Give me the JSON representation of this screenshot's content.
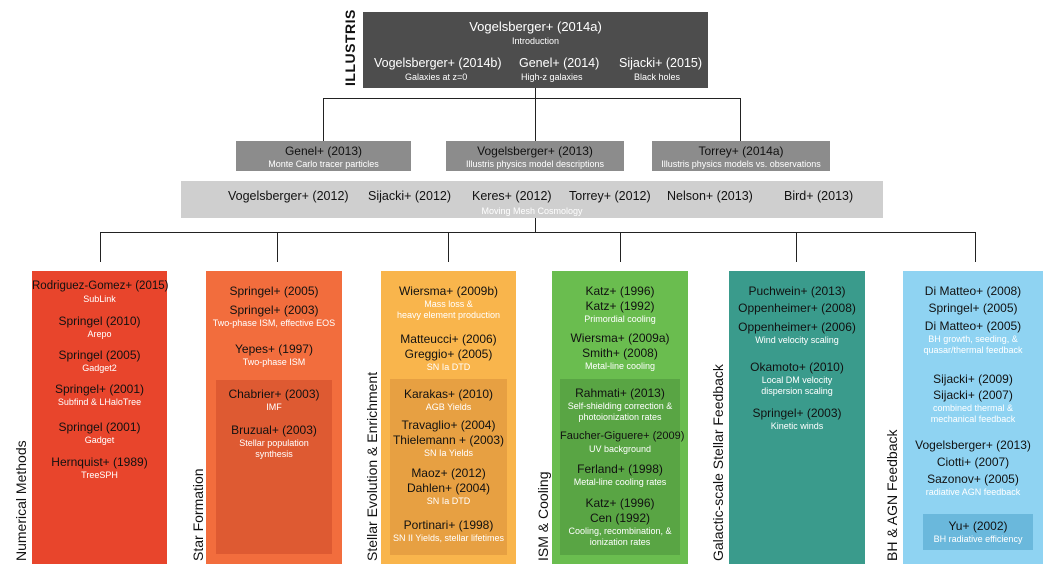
{
  "top": {
    "label": "ILLUSTRIS",
    "main_ref": "Vogelsberger+ (2014a)",
    "main_note": "Introduction",
    "subs": [
      {
        "ref": "Vogelsberger+ (2014b)",
        "note": "Galaxies at z=0"
      },
      {
        "ref": "Genel+ (2014)",
        "note": "High-z galaxies"
      },
      {
        "ref": "Sijacki+ (2015)",
        "note": "Black holes"
      }
    ]
  },
  "mid": [
    {
      "ref": "Genel+ (2013)",
      "note": "Monte Carlo tracer particles"
    },
    {
      "ref": "Vogelsberger+ (2013)",
      "note": "Illustris physics model descriptions"
    },
    {
      "ref": "Torrey+ (2014a)",
      "note": "Illustris physics models vs. observations"
    }
  ],
  "cosmo": {
    "refs": [
      "Vogelsberger+ (2012)",
      "Sijacki+ (2012)",
      "Keres+ (2012)",
      "Torrey+ (2012)",
      "Nelson+ (2013)",
      "Bird+ (2013)"
    ],
    "note": "Moving Mesh Cosmology"
  },
  "columns": [
    {
      "label": "Numerical Methods",
      "color": "#e8452c",
      "items": [
        {
          "ref": "Rodriguez-Gomez+ (2015)",
          "note": "SubLink"
        },
        {
          "ref": "Springel (2010)",
          "note": "Arepo"
        },
        {
          "ref": "Springel (2005)",
          "note": "Gadget2"
        },
        {
          "ref": "Springel+ (2001)",
          "note": "Subfind & LHaloTree"
        },
        {
          "ref": "Springel (2001)",
          "note": "Gadget"
        },
        {
          "ref": "Hernquist+ (1989)",
          "note": "TreeSPH"
        }
      ]
    },
    {
      "label": "Star Formation",
      "color": "#f26d3d",
      "inner": "#de5a32",
      "items": [
        {
          "ref": "Springel+ (2005)",
          "note": ""
        },
        {
          "ref": "Springel+ (2003)",
          "note": "Two-phase ISM, effective EOS"
        },
        {
          "ref": "Yepes+ (1997)",
          "note": "Two-phase ISM"
        }
      ],
      "inner_items": [
        {
          "ref": "Chabrier+ (2003)",
          "note": "IMF"
        },
        {
          "ref": "Bruzual+ (2003)",
          "note": "Stellar population\nsynthesis"
        }
      ]
    },
    {
      "label": "Stellar Evolution & Enrichment",
      "color": "#f9b54c",
      "inner": "#e7a042",
      "items": [
        {
          "ref": "Wiersma+ (2009b)",
          "note": "Mass loss &\nheavy element production"
        },
        {
          "ref": "Matteucci+ (2006)",
          "note": ""
        },
        {
          "ref": "Greggio+ (2005)",
          "note": "SN Ia DTD"
        }
      ],
      "inner_items": [
        {
          "ref": "Karakas+ (2010)",
          "note": "AGB Yields"
        },
        {
          "ref": "Travaglio+ (2004)",
          "note": ""
        },
        {
          "ref": "Thielemann + (2003)",
          "note": "SN Ia Yields"
        },
        {
          "ref": "Maoz+ (2012)",
          "note": ""
        },
        {
          "ref": "Dahlen+ (2004)",
          "note": "SN Ia DTD"
        },
        {
          "ref": "Portinari+ (1998)",
          "note": "SN II Yields, stellar lifetimes"
        }
      ]
    },
    {
      "label": "ISM & Cooling",
      "color": "#6abd4f",
      "inner": "#59a544",
      "items": [
        {
          "ref": "Katz+ (1996)",
          "note": ""
        },
        {
          "ref": "Katz+ (1992)",
          "note": "Primordial cooling"
        },
        {
          "ref": "Wiersma+ (2009a)",
          "note": ""
        },
        {
          "ref": "Smith+ (2008)",
          "note": "Metal-line cooling"
        }
      ],
      "inner_items": [
        {
          "ref": "Rahmati+ (2013)",
          "note": "Self-shielding correction &\nphotoionization rates"
        },
        {
          "ref": "Faucher-Giguere+ (2009)",
          "note": "UV background"
        },
        {
          "ref": "Ferland+ (1998)",
          "note": "Metal-line cooling rates"
        },
        {
          "ref": "Katz+ (1996)",
          "note": ""
        },
        {
          "ref": "Cen (1992)",
          "note": "Cooling, recombination, &\nionization rates"
        }
      ]
    },
    {
      "label": "Galactic-scale Stellar Feedback",
      "color": "#3a9b8c",
      "items": [
        {
          "ref": "Puchwein+ (2013)",
          "note": ""
        },
        {
          "ref": "Oppenheimer+ (2008)",
          "note": ""
        },
        {
          "ref": "Oppenheimer+ (2006)",
          "note": "Wind velocity scaling"
        },
        {
          "ref": "Okamoto+ (2010)",
          "note": "Local DM velocity\ndispersion scaling"
        },
        {
          "ref": "Springel+ (2003)",
          "note": "Kinetic winds"
        }
      ]
    },
    {
      "label": "BH & AGN Feedback",
      "color": "#8fd3f2",
      "inner": "#6ab8dc",
      "items": [
        {
          "ref": "Di Matteo+ (2008)",
          "note": ""
        },
        {
          "ref": "Springel+ (2005)",
          "note": ""
        },
        {
          "ref": "Di Matteo+ (2005)",
          "note": "BH growth, seeding, &\nquasar/thermal feedback"
        },
        {
          "ref": "Sijacki+ (2009)",
          "note": ""
        },
        {
          "ref": "Sijacki+ (2007)",
          "note": "combined thermal &\nmechanical feedback"
        },
        {
          "ref": "Vogelsberger+ (2013)",
          "note": ""
        },
        {
          "ref": "Ciotti+ (2007)",
          "note": ""
        },
        {
          "ref": "Sazonov+ (2005)",
          "note": "radiative AGN feedback"
        }
      ],
      "inner_items": [
        {
          "ref": "Yu+ (2002)",
          "note": "BH radiative efficiency"
        }
      ]
    }
  ]
}
